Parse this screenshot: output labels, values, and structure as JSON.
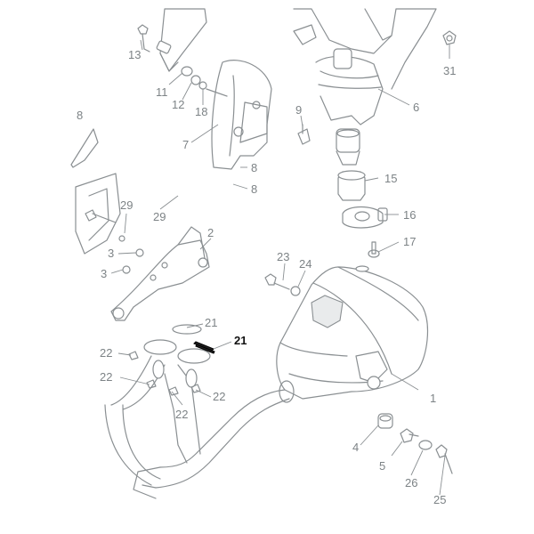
{
  "diagram": {
    "type": "exploded-parts-diagram",
    "line_color": "#8a8f92",
    "label_color": "#7d8386",
    "highlight_color": "#111111",
    "callouts": {
      "c1": "1",
      "c2": "2",
      "c3a": "3",
      "c3b": "3",
      "c4": "4",
      "c5": "5",
      "c6": "6",
      "c7": "7",
      "c8a": "8",
      "c8b": "8",
      "c8c": "8",
      "c9": "9",
      "c11": "11",
      "c12": "12",
      "c13": "13",
      "c15": "15",
      "c16": "16",
      "c17": "17",
      "c18": "18",
      "c21a": "21",
      "c21b": "21",
      "c22a": "22",
      "c22b": "22",
      "c22c": "22",
      "c22d": "22",
      "c23": "23",
      "c24": "24",
      "c25": "25",
      "c26": "26",
      "c29a": "29",
      "c29b": "29",
      "c31": "31"
    },
    "highlighted_callout": "21"
  }
}
